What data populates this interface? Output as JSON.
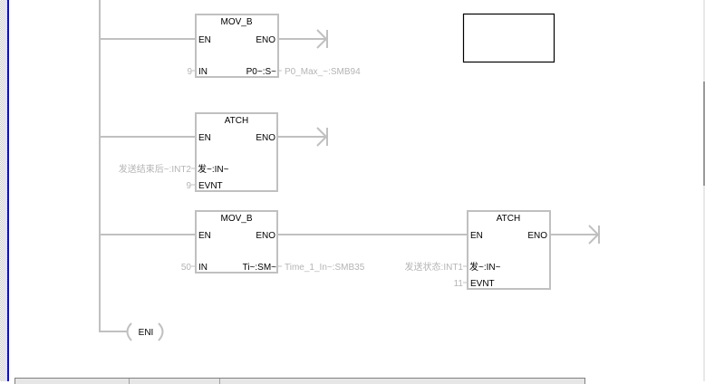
{
  "colors": {
    "power_rail": "#0000ff",
    "wire": "#c0c0c0",
    "box_border": "#c0c0c0",
    "label": "#000000",
    "operand_label": "#b4b4b4",
    "selection_box": "#000000"
  },
  "network": {
    "blocks": [
      {
        "name": "MOV_B",
        "inputs": [
          "EN",
          "IN"
        ],
        "outputs": [
          "ENO",
          "P0~:S~"
        ],
        "in_operands": [
          "9"
        ],
        "out_operand": "P0_Max_~:SMB94"
      },
      {
        "name": "ATCH",
        "inputs": [
          "EN",
          "发~:IN~",
          "EVNT"
        ],
        "outputs": [
          "ENO"
        ],
        "in_operands": [
          "发送结束后~:INT2",
          "9"
        ]
      },
      {
        "name": "MOV_B",
        "inputs": [
          "EN",
          "IN"
        ],
        "outputs": [
          "ENO",
          "Ti~:SM~"
        ],
        "in_operands": [
          "50"
        ],
        "out_operand": "Time_1_In~:SMB35"
      },
      {
        "name": "ATCH",
        "inputs": [
          "EN",
          "发~:IN~",
          "EVNT"
        ],
        "outputs": [
          "ENO"
        ],
        "in_operands": [
          "发送状态:INT1",
          "11"
        ]
      }
    ],
    "coil": {
      "label": "ENI"
    }
  },
  "symbol_table": {
    "columns": [
      "",
      "",
      ""
    ]
  }
}
